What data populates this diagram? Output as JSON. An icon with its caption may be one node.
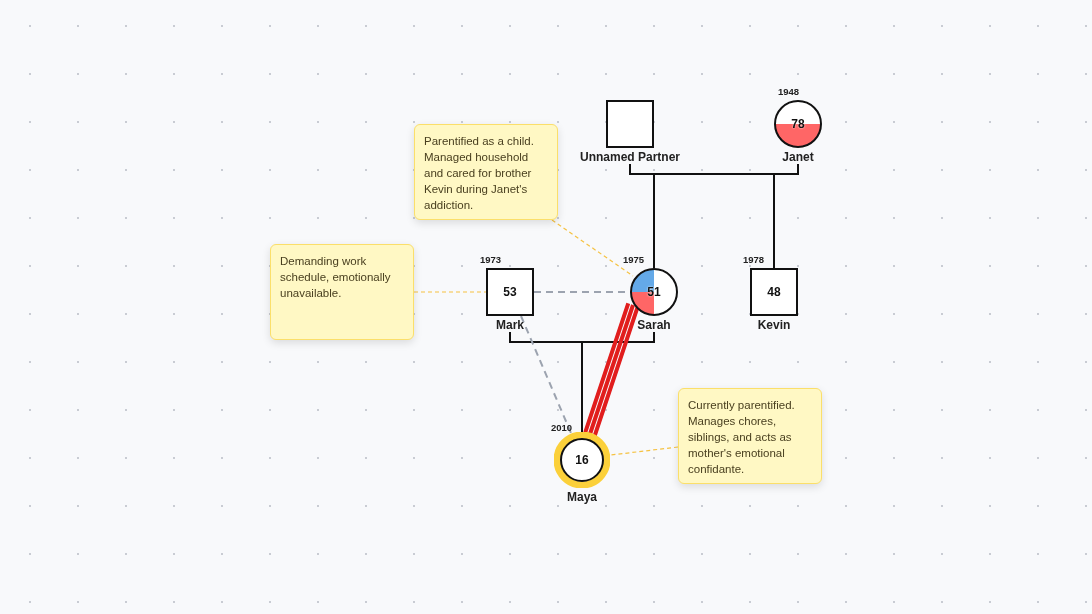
{
  "diagram": {
    "nodes": [
      {
        "text": [
          "Unnamed Partner"
        ]
      },
      {
        "text": [
          "78",
          "Janet"
        ],
        "beside": [
          "1948"
        ]
      },
      {
        "text": [
          "Parentified as a child. Managed household and cared for brother Kevin during Janet's addiction."
        ]
      },
      {
        "text": [
          "Demanding work schedule, emotionally unavailable."
        ]
      },
      {
        "text": [
          "53",
          "Mark"
        ],
        "beside": [
          "1973"
        ]
      },
      {
        "text": [
          "51",
          "Sarah"
        ],
        "beside": [
          "1975"
        ]
      },
      {
        "text": [
          "48",
          "Kevin"
        ],
        "beside": [
          "1978"
        ]
      },
      {
        "text": [
          "16",
          "Maya"
        ],
        "beside": [
          "2010"
        ]
      },
      {
        "text": [
          "Currently parentified. Manages chores, siblings, and acts as mother's emotional confidante."
        ]
      }
    ],
    "edges": [
      {
        "from": 0,
        "to": 1,
        "arrow": "none"
      },
      {
        "from": 0,
        "to": 5,
        "arrow": "none"
      },
      {
        "from": 1,
        "to": 5,
        "arrow": "none"
      },
      {
        "from": 0,
        "to": 6,
        "arrow": "none"
      },
      {
        "from": 1,
        "to": 6,
        "arrow": "none"
      },
      {
        "from": 4,
        "to": 5,
        "arrow": "none"
      },
      {
        "from": 4,
        "to": 7,
        "arrow": "none"
      },
      {
        "from": 5,
        "to": 7,
        "arrow": "none"
      },
      {
        "from": 4,
        "to": 5,
        "arrow": "none",
        "style": "dashed",
        "color": "#9ca3af"
      },
      {
        "from": 4,
        "to": 7,
        "arrow": "none",
        "style": "dashed",
        "color": "#9ca3af"
      },
      {
        "from": 5,
        "to": 7,
        "arrow": "none",
        "style": "thick",
        "color": "#e11d1d"
      },
      {
        "from": 2,
        "to": 5,
        "arrow": "none",
        "style": "dashed",
        "color": "#f5c242"
      },
      {
        "from": 3,
        "to": 4,
        "arrow": "none",
        "style": "dashed",
        "color": "#f5c242"
      },
      {
        "from": 8,
        "to": 7,
        "arrow": "none",
        "style": "dashed",
        "color": "#f5c242"
      }
    ]
  }
}
